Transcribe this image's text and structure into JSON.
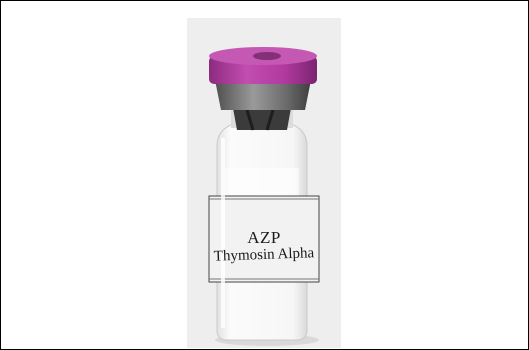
{
  "image": {
    "subject": "Thymosin Alpha vial",
    "label": {
      "line1": "AZP",
      "line2": "Thymosin Alpha"
    },
    "colors": {
      "cap": "#b23da0",
      "crimp": "#6f6f6f",
      "background": "#eeeeee",
      "powder": "#f8f8f8"
    }
  }
}
